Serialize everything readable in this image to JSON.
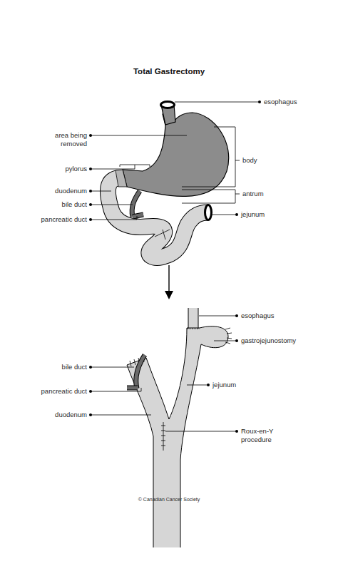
{
  "diagram": {
    "title": "Total Gastrectomy",
    "labels": [
      "esophagus",
      "area being removed",
      "pylorus",
      "duodenum",
      "bile duct",
      "pancreatic duct",
      "body",
      "antrum",
      "jejunum",
      "esophagus",
      "gastrojejunostomy",
      "bile duct",
      "jejunum",
      "pancreatic duct",
      "duodenum",
      "Roux-en-Y procedure",
      "© Canadian Cancer Society"
    ]
  }
}
